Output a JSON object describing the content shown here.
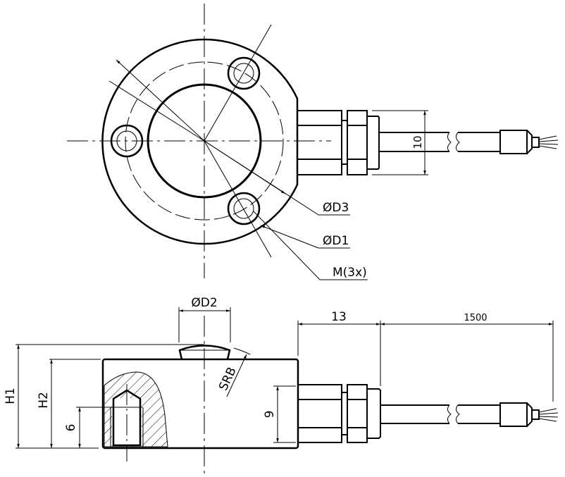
{
  "top_view": {
    "labels": {
      "d3": "ØD3",
      "d1": "ØD1",
      "m": "M(3x)",
      "cable_dia": "10"
    }
  },
  "side_view": {
    "labels": {
      "d2": "ØD2",
      "srb": "SRB",
      "h1": "H1",
      "h2": "H2",
      "thread_depth": "6",
      "connector_height": "9",
      "connector_length": "13",
      "cable_length": "1500"
    }
  }
}
